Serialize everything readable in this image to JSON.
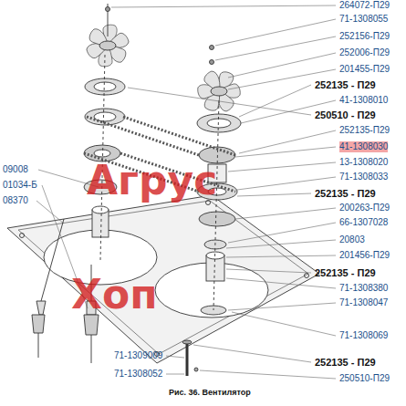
{
  "diagram": {
    "caption": "Рис. 36. Вентилятор",
    "labels": [
      "264072-П29",
      "71-1308055",
      "252156-П29",
      "252006-П29",
      "201455-П29",
      "252135 - П29",
      "41-1308010",
      "250510 - П29",
      "252135-П29",
      "41-1308030",
      "13-1308020",
      "71-1308033",
      "252135 - П29",
      "200263-П29",
      "66-1307028",
      "20803",
      "201456-П29",
      "252135 - П29",
      "71-1308380",
      "71-1308047",
      "71-1308069",
      "252135 - П29",
      "250510-П29",
      "09008",
      "01034-Б",
      "08370",
      "71-1309009",
      "71-1308052",
      "Агрус",
      "Хоп"
    ]
  }
}
